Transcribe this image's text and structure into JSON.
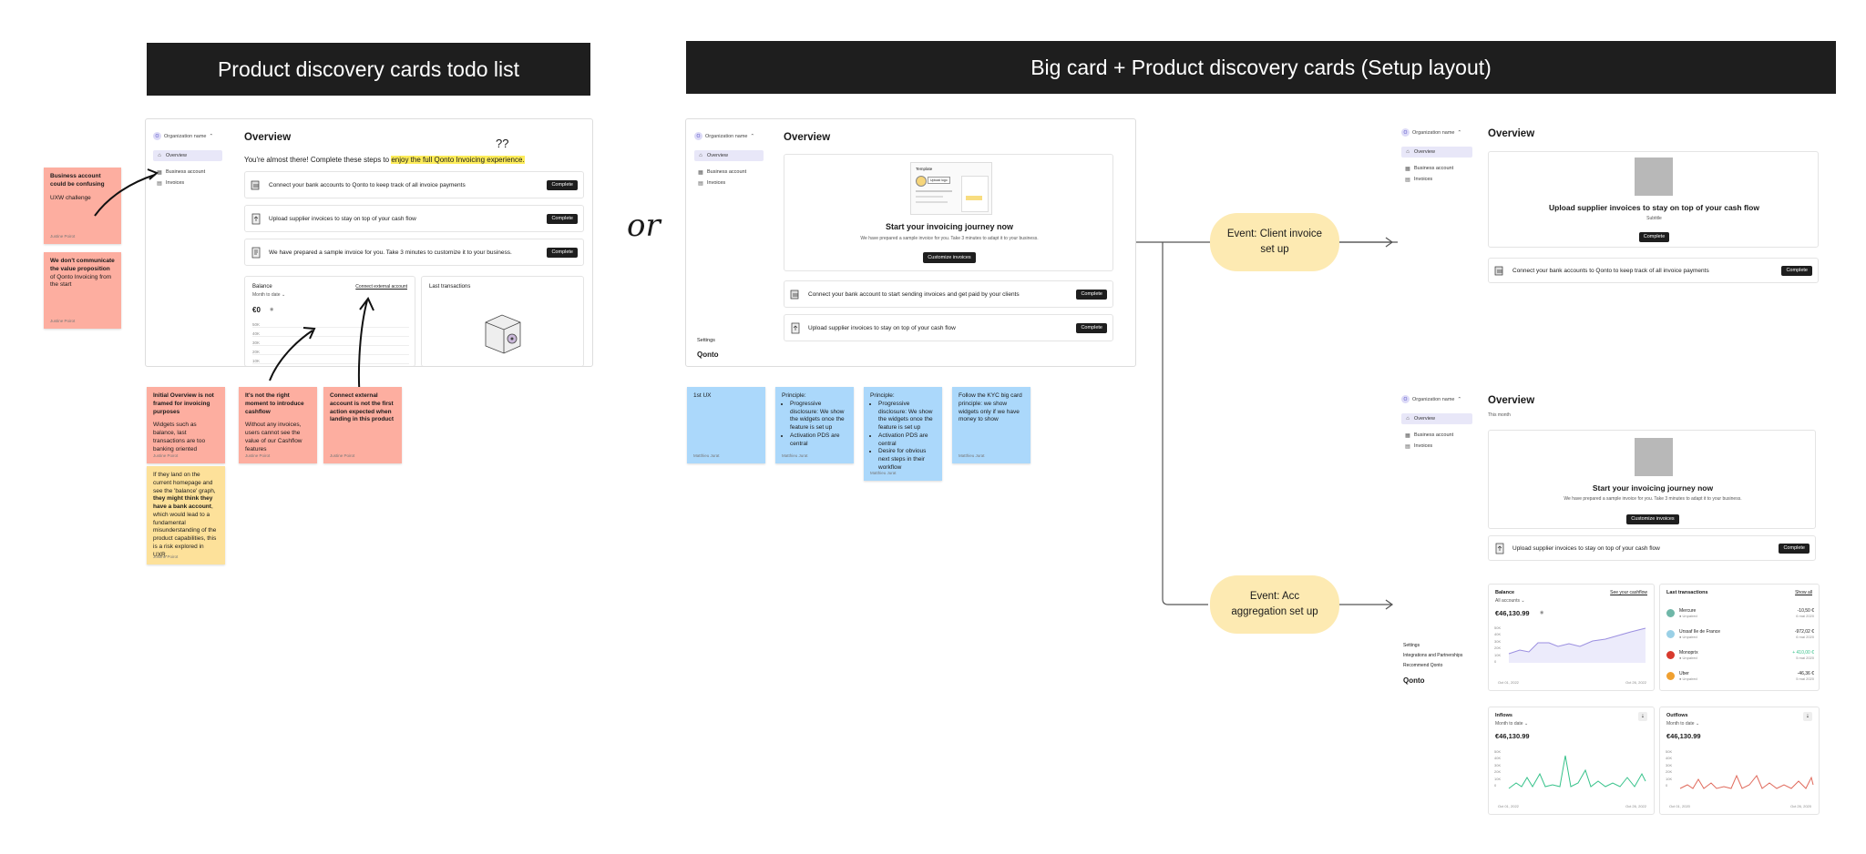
{
  "headers": {
    "left": "Product discovery cards todo list",
    "right": "Big card + Product discovery cards (Setup layout)"
  },
  "or_label": "or",
  "question_marks": "??",
  "sidebar": {
    "org_initial": "O",
    "org_name": "Organization name",
    "items": [
      "Overview",
      "Business account",
      "Invoices"
    ],
    "footer_settings": "Settings",
    "footer_integrations": "Integrations and Partnerships",
    "footer_recommend": "Recommend Qonto",
    "brand": "Qonto"
  },
  "left_panel": {
    "title": "Overview",
    "intro_before": "You're almost there! Complete these steps to ",
    "intro_highlight": "enjoy the full Qonto Invoicing experience.",
    "tasks": [
      "Connect your bank accounts to Qonto to keep track of all invoice payments",
      "Upload supplier invoices to stay on top of your cash flow",
      "We have prepared a sample invoice for you. Take 3 minutes to customize it to your business."
    ],
    "complete_label": "Complete",
    "balance_label": "Balance",
    "balance_filter": "Month to date",
    "balance_value": "€0",
    "connect_link": "Connect external account",
    "y_ticks": [
      "50K",
      "40K",
      "30K",
      "20K",
      "10K"
    ],
    "last_transactions": "Last transactions"
  },
  "left_stickies": {
    "side": [
      {
        "title": "Business account could be confusing",
        "body": "UXW challenge",
        "author": "Justine Poirot"
      },
      {
        "title_parts": [
          "We don't communicate the value proposition",
          " of Qonto Invoicing from the start"
        ],
        "author": "Justine Poirot"
      }
    ],
    "bottom": [
      {
        "title": "Initial Overview is not framed for invoicing purposes",
        "body": "Widgets such as balance, last transactions are too banking oriented",
        "author": "Justine Poirot"
      },
      {
        "title": "It's not the right moment to introduce cashflow",
        "body": "Without any invoices, users cannot see the value of our Cashflow features",
        "author": "Justine Poirot"
      },
      {
        "title": "Connect external account is not the first action expected when landing in this product",
        "author": "Justine Poirot"
      }
    ],
    "yellow": {
      "pre": "If they land on the current homepage and see the 'balance' graph, ",
      "bold": "they might think they have a bank account",
      "post": ", which would lead to a fundamental misunderstanding of the product capabilities, this is a risk explored in UXR.",
      "author": "Justine Poirot"
    }
  },
  "middle_panel": {
    "title": "Overview",
    "template_label": "Template",
    "upload_logo": "Upload logo",
    "big_card_title": "Start your invoicing journey now",
    "big_card_sub": "We have prepared a sample invoice for you. Take 3 minutes to adapt it to your business.",
    "big_card_btn": "Customize invoices",
    "tasks": [
      "Connect your bank account to start sending invoices and get paid by your clients",
      "Upload supplier invoices to stay on top of your cash flow"
    ],
    "complete_label": "Complete",
    "settings": "Settings",
    "brand": "Qonto"
  },
  "blue_stickies": [
    {
      "title": "1st UX",
      "author": "Matthieu Jurat"
    },
    {
      "title": "Principle:",
      "bullets": [
        "Progressive disclosure: We show the widgets once the feature is set up",
        "Activation PDS are central"
      ],
      "author": "Matthieu Jurat"
    },
    {
      "title": "Principle:",
      "bullets": [
        "Progressive disclosure: We show the widgets once the feature is set up",
        "Activation PDS are central",
        "Desire for obvious next steps in their workflow"
      ],
      "author": "Matthieu Jurat"
    },
    {
      "title": "Follow the KYC big card principle: we show widgets only if we have money to show",
      "author": "Matthieu Jurat"
    }
  ],
  "events": {
    "client_invoice": "Event: Client invoice set up",
    "acc_aggregation": "Event: Acc aggregation set up"
  },
  "right_top": {
    "title": "Overview",
    "card_title": "Upload supplier invoices to stay on top of your cash flow",
    "card_sub": "Subtitle",
    "card_btn": "Complete",
    "task": "Connect your bank accounts to Qonto to keep track of all invoice payments",
    "complete_label": "Complete"
  },
  "right_bottom": {
    "title": "Overview",
    "subtitle": "This month",
    "card_title": "Start your invoicing journey now",
    "card_sub": "We have prepared a sample invoice for you. Take 3 minutes to adapt it to your business.",
    "card_btn": "Customize invoices",
    "task": "Upload supplier invoices to stay on top of your cash flow",
    "complete_label": "Complete",
    "balance": {
      "label": "Balance",
      "filter": "All accounts",
      "link": "See your cashflow",
      "value": "€46,130.99",
      "date_start": "Oct 01, 2022",
      "date_end": "Oct 26, 2022"
    },
    "last_tx": {
      "label": "Last transactions",
      "link": "Show all",
      "items": [
        {
          "name": "Mercure",
          "tag": "Unpaired",
          "amount": "-10,50 €",
          "date": "6 mai 2020",
          "color": "#6fb7a8"
        },
        {
          "name": "Urssaf Ile de France",
          "tag": "Unpaired",
          "amount": "-972,02 €",
          "date": "6 mai 2020",
          "color": "#9ad0e6"
        },
        {
          "name": "Monoprix",
          "tag": "Unpaired",
          "amount": "+ 410,00 €",
          "date": "5 mai 2020",
          "color": "#d83a2e"
        },
        {
          "name": "Uber",
          "tag": "Unpaired",
          "amount": "-46,36 €",
          "date": "5 mai 2020",
          "color": "#f0a030"
        }
      ]
    },
    "inflows": {
      "label": "Inflows",
      "filter": "Month to date",
      "value": "€46,130.99",
      "date_start": "Oct 01, 2022",
      "date_end": "Oct 26, 2022"
    },
    "outflows": {
      "label": "Outflows",
      "filter": "Month to date",
      "value": "€46,130.99",
      "date_start": "Oct 01, 2020",
      "date_end": "Oct 26, 2020"
    },
    "y_ticks": [
      "50K",
      "40K",
      "30K",
      "20K",
      "10K",
      "0"
    ]
  },
  "colors": {
    "accent": "#5a55c8",
    "inflow": "#36c28a",
    "outflow": "#e06a5c",
    "balance_line": "#9b8fe0"
  }
}
